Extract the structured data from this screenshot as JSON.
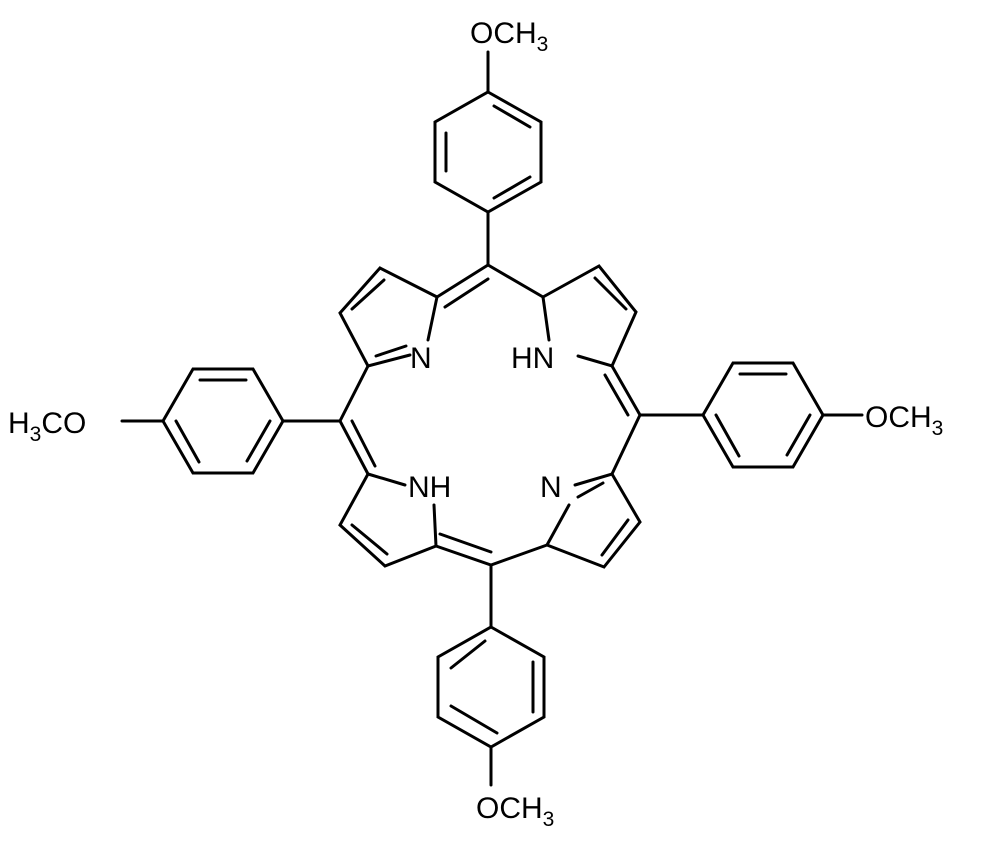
{
  "molecule": {
    "labels": {
      "top_group": {
        "main": "OCH",
        "sub": "3"
      },
      "right_group": {
        "main": "OCH",
        "sub": "3"
      },
      "bottom_group": {
        "main": "OCH",
        "sub": "3"
      },
      "left_group": {
        "prefix": "H",
        "sub": "3",
        "main": "CO"
      },
      "pyrrole_n_upper_left": "N",
      "pyrrole_nh_upper_right": "HN",
      "pyrrole_nh_lower_left": "NH",
      "pyrrole_n_lower_right": "N"
    },
    "colors": {
      "line": "#000000",
      "background": "#ffffff"
    }
  }
}
